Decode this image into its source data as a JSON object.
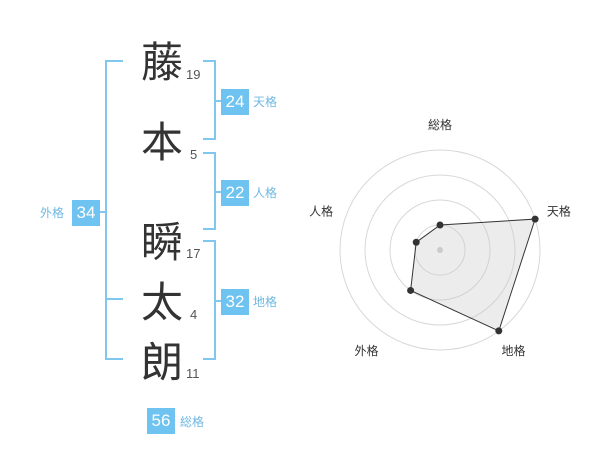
{
  "name": {
    "characters": [
      {
        "char": "藤",
        "strokes": "19"
      },
      {
        "char": "本",
        "strokes": "5"
      },
      {
        "char": "瞬",
        "strokes": "17"
      },
      {
        "char": "太",
        "strokes": "4"
      },
      {
        "char": "朗",
        "strokes": "11"
      }
    ]
  },
  "fortunes": {
    "tenkaku": {
      "label": "天格",
      "value": "24"
    },
    "jinkaku": {
      "label": "人格",
      "value": "22"
    },
    "chikaku": {
      "label": "地格",
      "value": "32"
    },
    "gaikaku": {
      "label": "外格",
      "value": "34"
    },
    "soukaku": {
      "label": "総格",
      "value": "56"
    }
  },
  "colors": {
    "accent": "#6fc3f0",
    "bracket": "#80c6ee",
    "text": "#333333"
  },
  "chart_data": {
    "type": "radar",
    "axes": [
      "総格",
      "天格",
      "地格",
      "外格",
      "人格"
    ],
    "values": [
      1,
      4,
      4,
      2,
      1
    ],
    "range": [
      0,
      4
    ],
    "rings": 4,
    "grid": true
  }
}
